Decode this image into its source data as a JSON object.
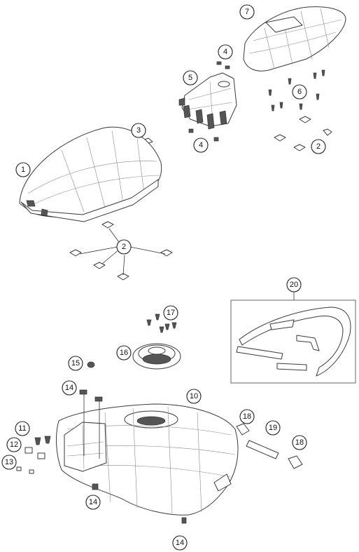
{
  "diagram": {
    "callouts": [
      {
        "id": "c7",
        "label": "7"
      },
      {
        "id": "c4a",
        "label": "4"
      },
      {
        "id": "c5",
        "label": "5"
      },
      {
        "id": "c6",
        "label": "6"
      },
      {
        "id": "c3",
        "label": "3"
      },
      {
        "id": "c4b",
        "label": "4"
      },
      {
        "id": "c2a",
        "label": "2"
      },
      {
        "id": "c1",
        "label": "1"
      },
      {
        "id": "c2b",
        "label": "2"
      },
      {
        "id": "c20",
        "label": "20"
      },
      {
        "id": "c17",
        "label": "17"
      },
      {
        "id": "c16",
        "label": "16"
      },
      {
        "id": "c15",
        "label": "15"
      },
      {
        "id": "c14a",
        "label": "14"
      },
      {
        "id": "c10",
        "label": "10"
      },
      {
        "id": "c18a",
        "label": "18"
      },
      {
        "id": "c19",
        "label": "19"
      },
      {
        "id": "c18b",
        "label": "18"
      },
      {
        "id": "c11",
        "label": "11"
      },
      {
        "id": "c12",
        "label": "12"
      },
      {
        "id": "c13",
        "label": "13"
      },
      {
        "id": "c14b",
        "label": "14"
      },
      {
        "id": "c14c",
        "label": "14"
      }
    ]
  }
}
